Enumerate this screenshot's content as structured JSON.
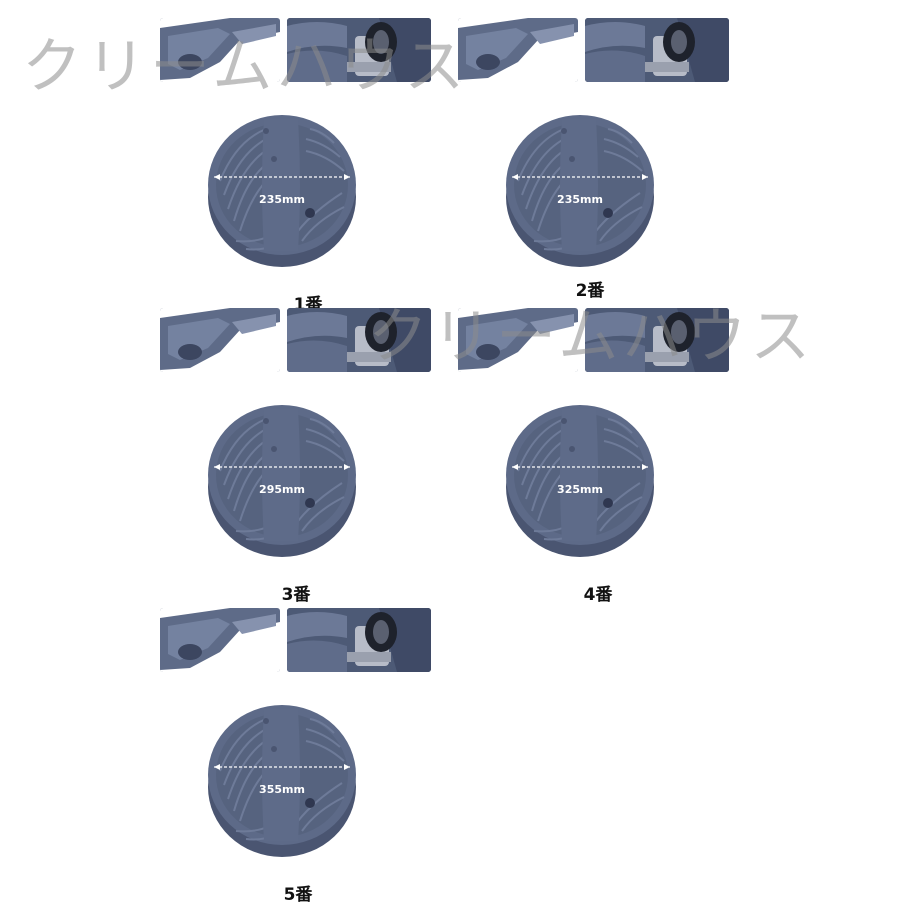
{
  "watermark_text": "クリームハウス",
  "variants": [
    {
      "label": "1番",
      "size": "235mm"
    },
    {
      "label": "2番",
      "size": "235mm"
    },
    {
      "label": "3番",
      "size": "295mm"
    },
    {
      "label": "4番",
      "size": "325mm"
    },
    {
      "label": "5番",
      "size": "355mm"
    }
  ],
  "colors": {
    "pad": "#5a6785",
    "pad_rim": "#4e5a76",
    "groove": "#6d7a97"
  }
}
